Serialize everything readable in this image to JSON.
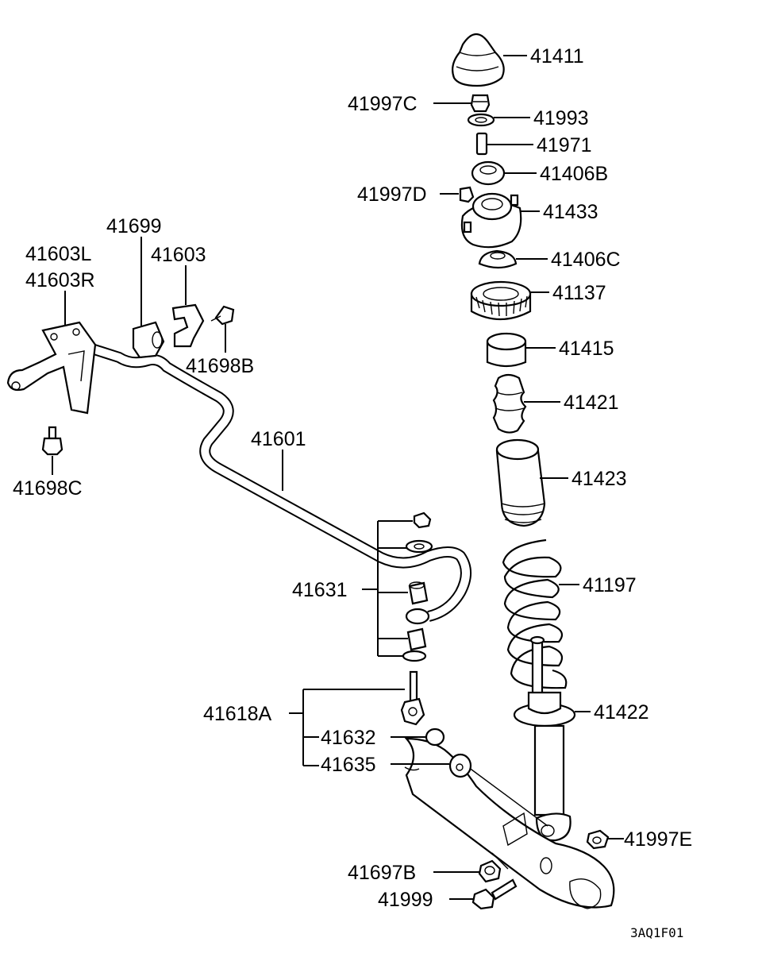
{
  "diagram": {
    "code": "3AQ1F01",
    "labels": {
      "p41411": "41411",
      "p41997C": "41997C",
      "p41993": "41993",
      "p41971": "41971",
      "p41406B": "41406B",
      "p41997D": "41997D",
      "p41433": "41433",
      "p41406C": "41406C",
      "p41137": "41137",
      "p41415": "41415",
      "p41421": "41421",
      "p41423": "41423",
      "p41197": "41197",
      "p41422": "41422",
      "p41997E": "41997E",
      "p41697B": "41697B",
      "p41999": "41999",
      "p41699": "41699",
      "p41603": "41603",
      "p41603L": "41603L",
      "p41603R": "41603R",
      "p41698B": "41698B",
      "p41698C": "41698C",
      "p41601": "41601",
      "p41631": "41631",
      "p41618A": "41618A",
      "p41632": "41632",
      "p41635": "41635"
    }
  }
}
